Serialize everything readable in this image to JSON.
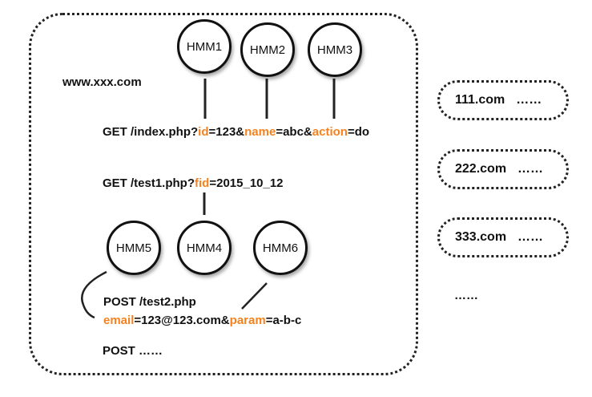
{
  "site": "www.xxx.com",
  "nodes": [
    "HMM1",
    "HMM2",
    "HMM3",
    "HMM4",
    "HMM5",
    "HMM6"
  ],
  "requests": {
    "get1": {
      "prefix": "GET /index.php?",
      "p1": "id",
      "v1": "=123&",
      "p2": "name",
      "v2": "=abc&",
      "p3": "action",
      "v3": "=do"
    },
    "get2": {
      "prefix": "GET /test1.php?",
      "p1": "fid",
      "v1": "=2015_10_12"
    },
    "post1": {
      "line1": "POST /test2.php",
      "p1": "email",
      "v1": "=123@123.com&",
      "p2": "param",
      "v2": "=a-b-c"
    },
    "post2": "POST ……"
  },
  "other_sites": [
    {
      "name": "111.com",
      "more": "……"
    },
    {
      "name": "222.com",
      "more": "……"
    },
    {
      "name": "333.com",
      "more": "……"
    }
  ],
  "more_sites": "……",
  "colors": {
    "param_highlight": "#f5821f"
  }
}
